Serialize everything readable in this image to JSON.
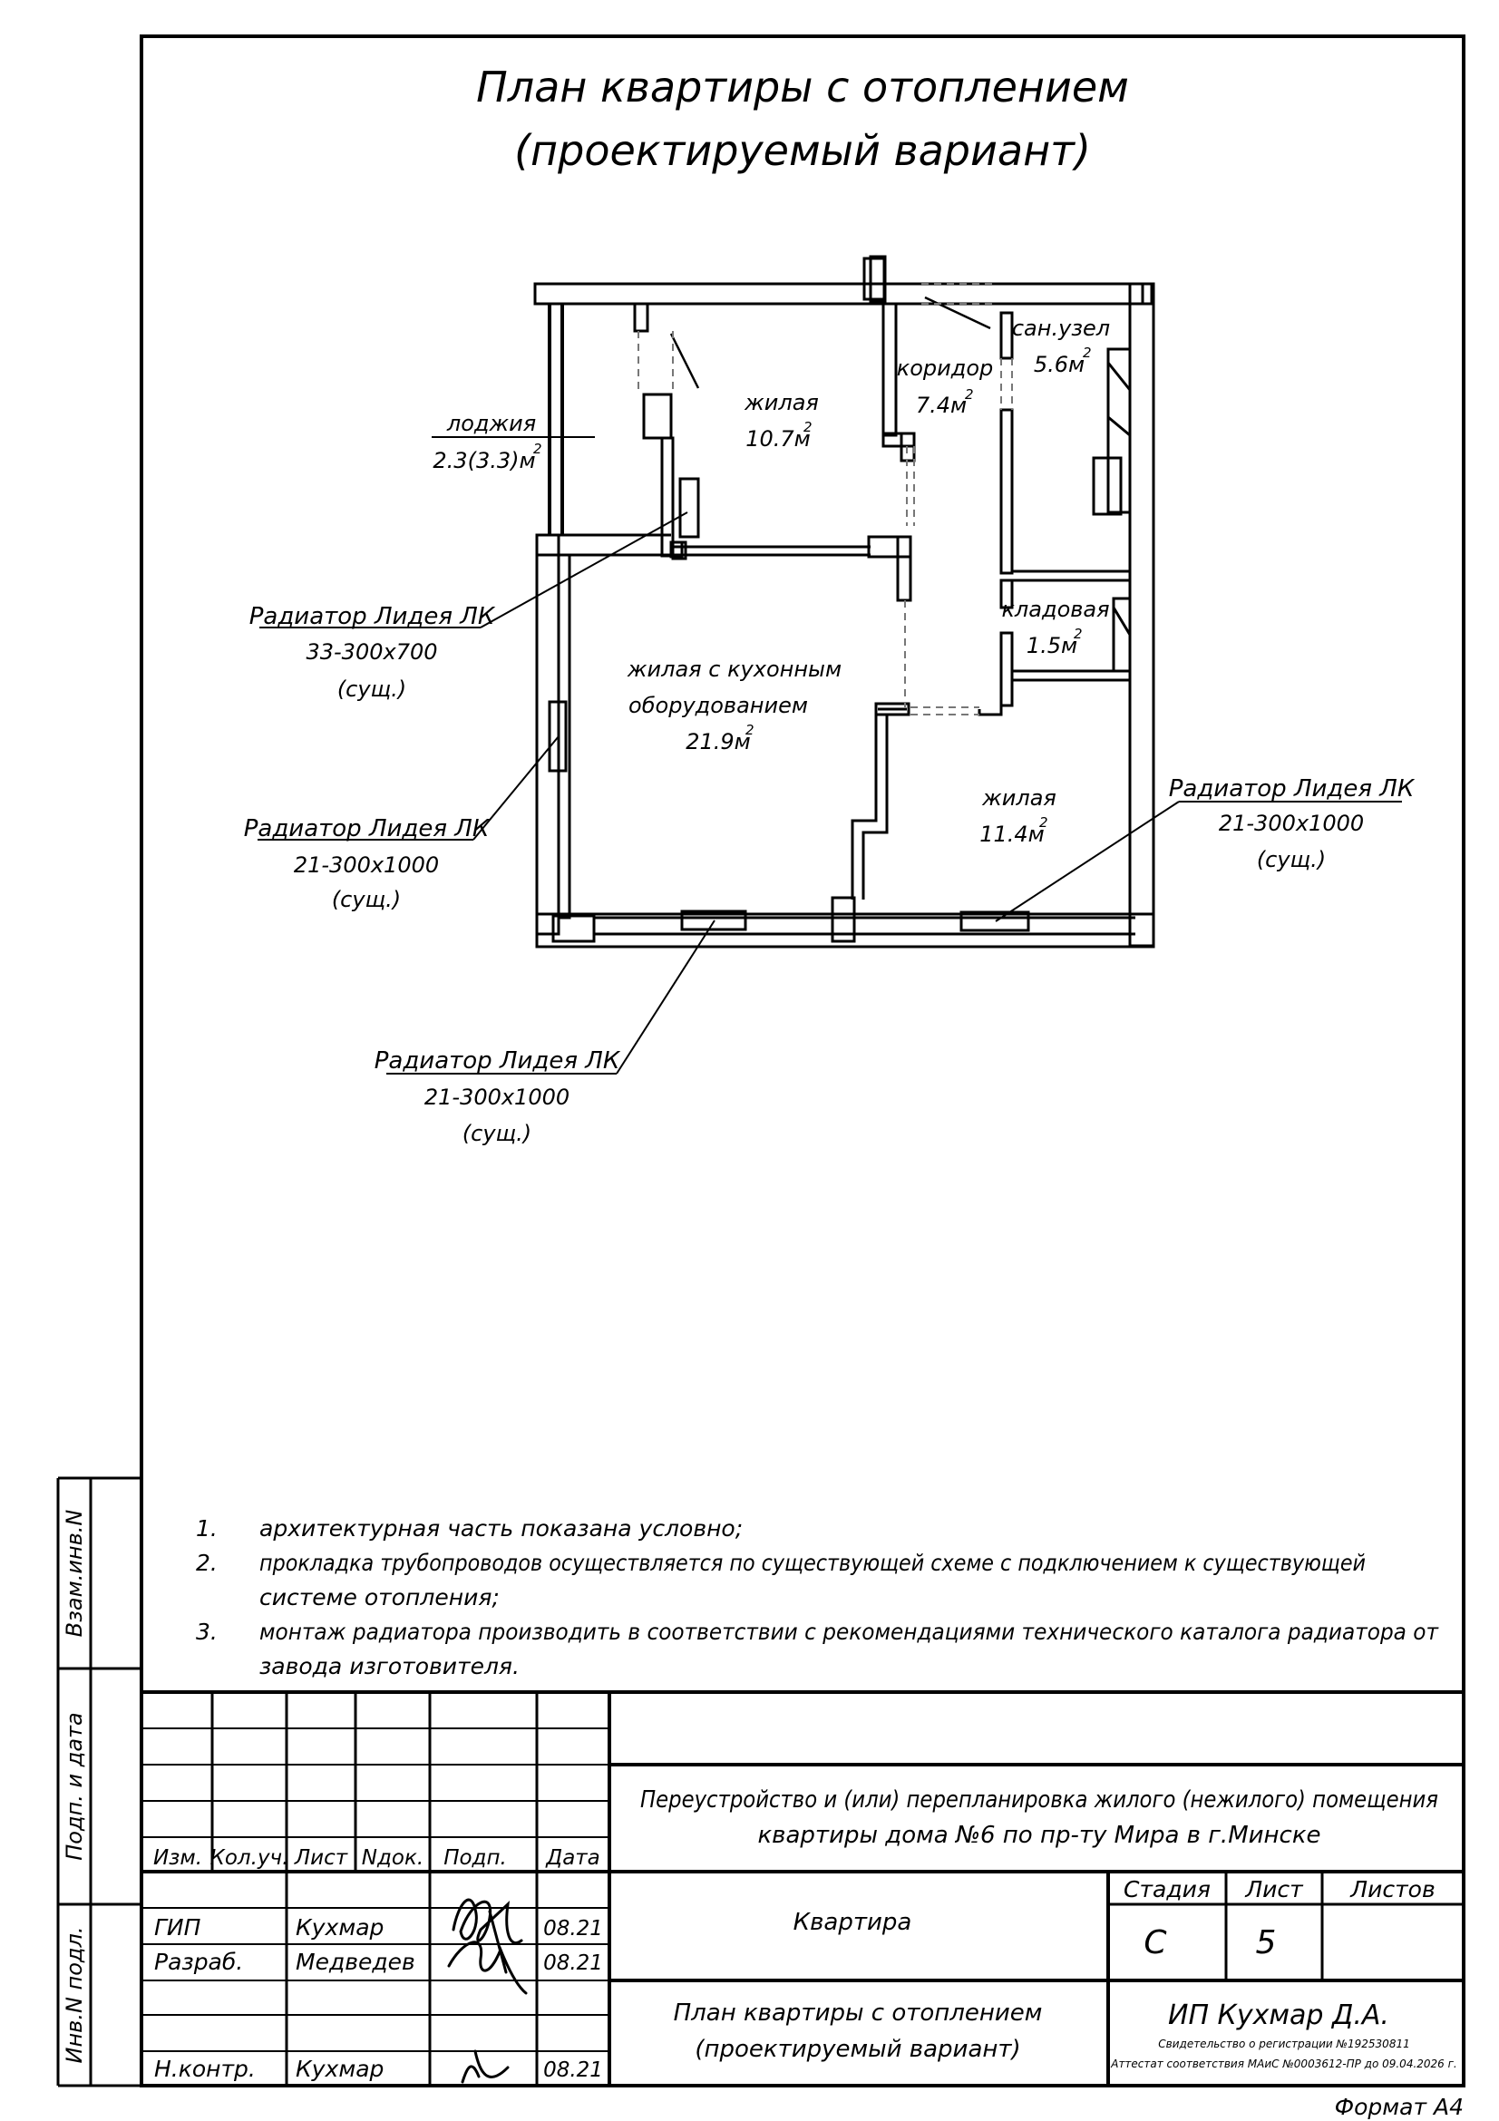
{
  "title": {
    "line1": "План квартиры с отоплением",
    "line2": "(проектируемый вариант)"
  },
  "rooms": [
    {
      "id": "loggia",
      "name": "лоджия",
      "area": "2.3(3.3)м",
      "sup": "2"
    },
    {
      "id": "living1",
      "name": "жилая",
      "area": "10.7м",
      "sup": "2"
    },
    {
      "id": "corridor",
      "name": "коридор",
      "area": "7.4м",
      "sup": "2"
    },
    {
      "id": "bathroom",
      "name": "сан.узел",
      "area": "5.6м",
      "sup": "2"
    },
    {
      "id": "storage",
      "name": "кладовая",
      "area": "1.5м",
      "sup": "2"
    },
    {
      "id": "kitchen_living",
      "name1": "жилая с кухонным",
      "name2": "оборудованием",
      "area": "21.9м",
      "sup": "2"
    },
    {
      "id": "living2",
      "name": "жилая",
      "area": "11.4м",
      "sup": "2"
    }
  ],
  "radiators": [
    {
      "label": "Радиатор Лидея ЛК",
      "size": "33-300х700",
      "status": "(сущ.)"
    },
    {
      "label": "Радиатор Лидея ЛК",
      "size": "21-300х1000",
      "status": "(сущ.)"
    },
    {
      "label": "Радиатор Лидея ЛК",
      "size": "21-300х1000",
      "status": "(сущ.)"
    },
    {
      "label": "Радиатор Лидея ЛК",
      "size": "21-300х1000",
      "status": "(сущ.)"
    }
  ],
  "notes": [
    {
      "num": "1.",
      "lines": [
        "архитектурная часть показана условно;"
      ]
    },
    {
      "num": "2.",
      "lines": [
        "прокладка трубопроводов осуществляется по существующей схеме с подключением к существующей",
        "системе отопления;"
      ]
    },
    {
      "num": "3.",
      "lines": [
        "монтаж радиатора производить в соответствии с рекомендациями технического каталога радиатора от",
        "завода изготовителя."
      ]
    }
  ],
  "side_labels": {
    "vzam": "Взам.инв.N",
    "podp": "Подп. и дата",
    "inv": "Инв.N подл."
  },
  "stamp": {
    "headers": [
      "Изм.",
      "Кол.уч.",
      "Лист",
      "Nдок.",
      "Подп.",
      "Дата"
    ],
    "rows": [
      {
        "role": "ГИП",
        "name": "Кухмар",
        "date": "08.21"
      },
      {
        "role": "Разраб.",
        "name": "Медведев",
        "date": "08.21"
      },
      {
        "role": "Н.контр.",
        "name": "Кухмар",
        "date": "08.21"
      }
    ],
    "project_line1": "Переустройство и (или) перепланировка жилого (нежилого) помещения",
    "project_line2": "квартиры дома №6 по пр-ту Мира в г.Минске",
    "object": "Квартира",
    "stage_label": "Стадия",
    "sheet_label": "Лист",
    "sheets_label": "Листов",
    "stage": "С",
    "sheet": "5",
    "sheets": "",
    "drawing_line1": "План квартиры с отоплением",
    "drawing_line2": "(проектируемый вариант)",
    "company": "ИП Кухмар Д.А.",
    "cert1": "Свидетельство о регистрации №192530811",
    "cert2": "Аттестат соответствия МАиС №0003612-ПР до 09.04.2026 г."
  },
  "format": "Формат А4"
}
